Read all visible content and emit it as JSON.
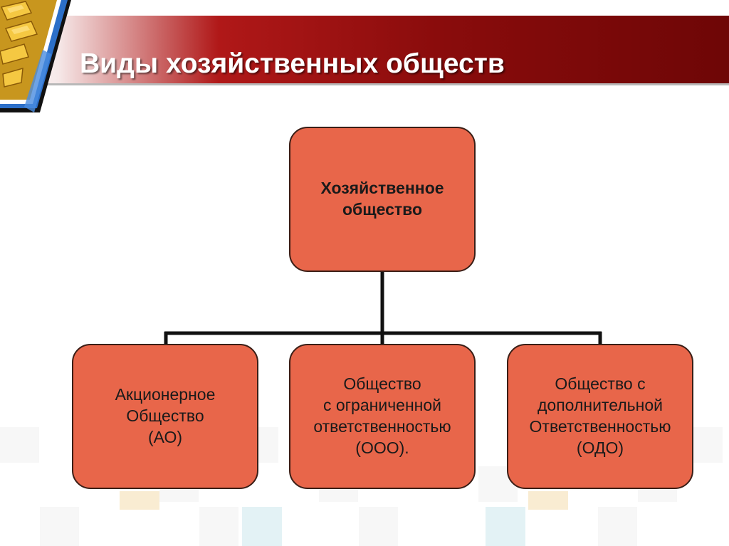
{
  "slide": {
    "title": "Виды хозяйственных обществ"
  },
  "diagram": {
    "root": {
      "lines": [
        "Хозяйственное",
        "общество"
      ]
    },
    "children": [
      {
        "lines": [
          "Акционерное",
          "Общество",
          "(АО)"
        ]
      },
      {
        "lines": [
          "Общество",
          "с ограниченной",
          "ответственностью",
          "(ООО)."
        ]
      },
      {
        "lines": [
          "Общество с",
          "дополнительной",
          "Ответственностью",
          "(ОДО)"
        ]
      }
    ]
  },
  "colors": {
    "box_fill": "#e8664a",
    "box_border": "#3a1e16",
    "connector": "#111111",
    "title_band": "#8a0c0c",
    "title_text": "#ffffff"
  },
  "icons": {
    "logo": "gold-bars-picture"
  }
}
